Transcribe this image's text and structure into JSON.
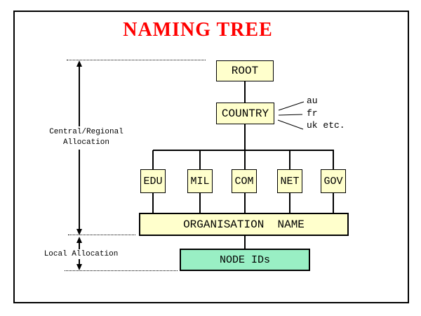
{
  "title": "NAMING TREE",
  "colors": {
    "accent_red": "#FF0000",
    "box_fill": "#FFFFCC",
    "node_fill": "#99EFC4",
    "line_color": "#000000"
  },
  "tree": {
    "root": "ROOT",
    "country": "COUNTRY",
    "country_examples": [
      "au",
      "fr",
      "uk etc."
    ],
    "tlds": [
      "EDU",
      "MIL",
      "COM",
      "NET",
      "GOV"
    ],
    "organisation": "ORGANISATION  NAME",
    "node": "NODE IDs"
  },
  "annotations": {
    "central_line1": "Central/Regional",
    "central_line2": "Allocation",
    "local": "Local Allocation"
  }
}
